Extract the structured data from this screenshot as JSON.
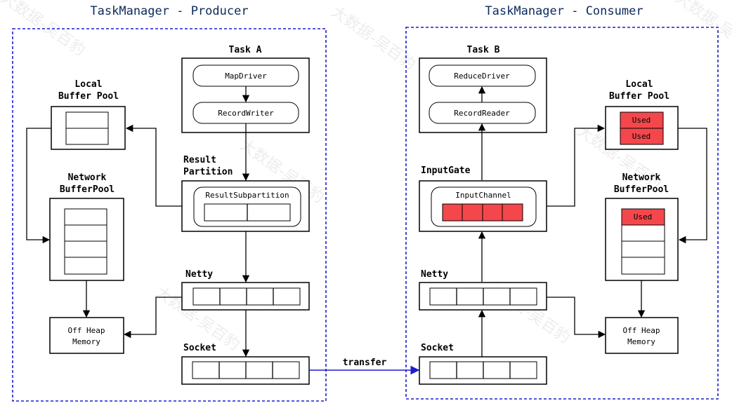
{
  "titles": {
    "producer": "TaskManager - Producer",
    "consumer": "TaskManager - Consumer"
  },
  "producer": {
    "task_title": "Task A",
    "map_driver": "MapDriver",
    "record_writer": "RecordWriter",
    "result_partition_line1": "Result",
    "result_partition_line2": "Partition",
    "result_subpartition": "ResultSubpartition",
    "local_pool_line1": "Local",
    "local_pool_line2": "Buffer Pool",
    "network_pool_line1": "Network",
    "network_pool_line2": "BufferPool",
    "netty": "Netty",
    "socket": "Socket",
    "offheap_line1": "Off Heap",
    "offheap_line2": "Memory"
  },
  "consumer": {
    "task_title": "Task B",
    "reduce_driver": "ReduceDriver",
    "record_reader": "RecordReader",
    "input_gate": "InputGate",
    "input_channel": "InputChannel",
    "local_pool_line1": "Local",
    "local_pool_line2": "Buffer Pool",
    "local_used_1": "Used",
    "local_used_2": "Used",
    "network_pool_line1": "Network",
    "network_pool_line2": "BufferPool",
    "network_used": "Used",
    "netty": "Netty",
    "socket": "Socket",
    "offheap_line1": "Off Heap",
    "offheap_line2": "Memory"
  },
  "transfer_label": "transfer",
  "watermark": "大数据-吴百豹",
  "colors": {
    "frame": "#1c1ccf",
    "title": "#0b2a5b",
    "used_buffer": "#f4474c"
  }
}
